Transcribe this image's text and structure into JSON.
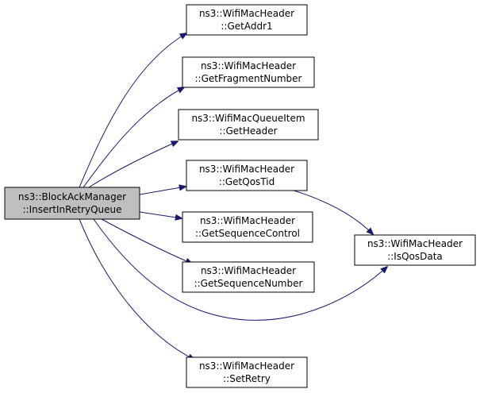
{
  "diagram": {
    "colors": {
      "edge": "#191970",
      "root_fill": "#bfbfbf",
      "node_fill": "#ffffff",
      "node_border": "#000000"
    },
    "root": {
      "id": "insert",
      "lines": [
        "ns3::BlockAckManager",
        "::InsertInRetryQueue"
      ]
    },
    "nodes": [
      {
        "id": "addr1",
        "lines": [
          "ns3::WifiMacHeader",
          "::GetAddr1"
        ]
      },
      {
        "id": "frag",
        "lines": [
          "ns3::WifiMacHeader",
          "::GetFragmentNumber"
        ]
      },
      {
        "id": "header",
        "lines": [
          "ns3::WifiMacQueueItem",
          "::GetHeader"
        ]
      },
      {
        "id": "qostid",
        "lines": [
          "ns3::WifiMacHeader",
          "::GetQosTid"
        ]
      },
      {
        "id": "seqctl",
        "lines": [
          "ns3::WifiMacHeader",
          "::GetSequenceControl"
        ]
      },
      {
        "id": "seqnum",
        "lines": [
          "ns3::WifiMacHeader",
          "::GetSequenceNumber"
        ]
      },
      {
        "id": "retry",
        "lines": [
          "ns3::WifiMacHeader",
          "::SetRetry"
        ]
      },
      {
        "id": "isqos",
        "lines": [
          "ns3::WifiMacHeader",
          "::IsQosData"
        ]
      }
    ],
    "edges": [
      {
        "from": "insert",
        "to": "addr1"
      },
      {
        "from": "insert",
        "to": "frag"
      },
      {
        "from": "insert",
        "to": "header"
      },
      {
        "from": "insert",
        "to": "qostid"
      },
      {
        "from": "insert",
        "to": "seqctl"
      },
      {
        "from": "insert",
        "to": "seqnum"
      },
      {
        "from": "insert",
        "to": "isqos"
      },
      {
        "from": "insert",
        "to": "retry"
      },
      {
        "from": "qostid",
        "to": "isqos"
      }
    ]
  }
}
